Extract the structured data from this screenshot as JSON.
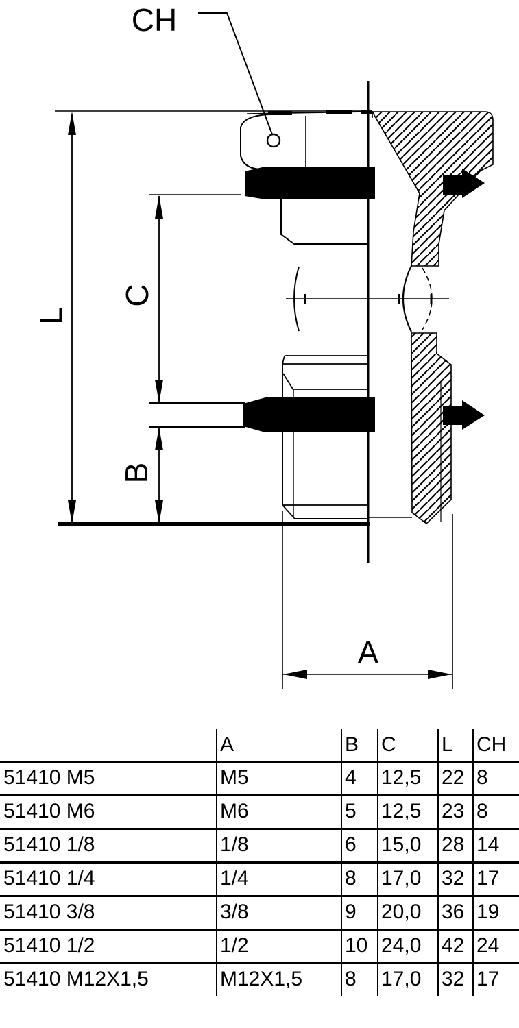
{
  "drawing": {
    "dimension_labels": {
      "ch": "CH",
      "l": "L",
      "c": "C",
      "b": "B",
      "a": "A"
    },
    "ink_color": "#000000",
    "background_color": "#ffffff"
  },
  "table": {
    "headers": [
      "",
      "A",
      "B",
      "C",
      "L",
      "CH"
    ],
    "rows": [
      [
        "51410 M5",
        "M5",
        "4",
        "12,5",
        "22",
        "8"
      ],
      [
        "51410 M6",
        "M6",
        "5",
        "12,5",
        "23",
        "8"
      ],
      [
        "51410 1/8",
        "1/8",
        "6",
        "15,0",
        "28",
        "14"
      ],
      [
        "51410 1/4",
        "1/4",
        "8",
        "17,0",
        "32",
        "17"
      ],
      [
        "51410 3/8",
        "3/8",
        "9",
        "20,0",
        "36",
        "19"
      ],
      [
        "51410 1/2",
        "1/2",
        "10",
        "24,0",
        "42",
        "24"
      ],
      [
        "51410 M12X1,5",
        "M12X1,5",
        "8",
        "17,0",
        "32",
        "17"
      ]
    ]
  }
}
